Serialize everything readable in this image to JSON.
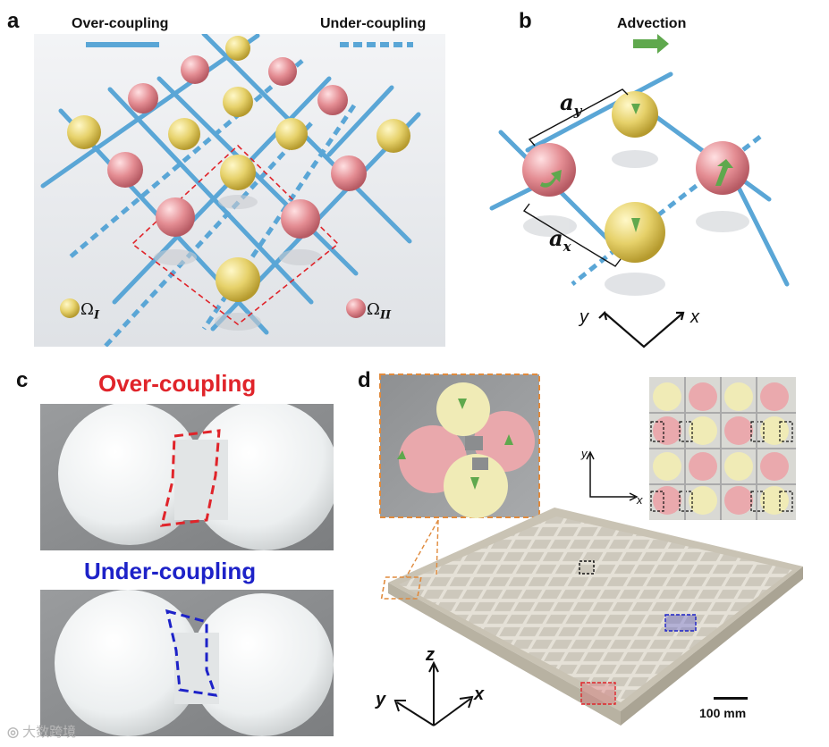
{
  "panels": {
    "a": {
      "letter": "a",
      "over_label": "Over-coupling",
      "under_label": "Under-coupling",
      "legend_I": "Ω",
      "legend_I_sub": "I",
      "legend_II": "Ω",
      "legend_II_sub": "II"
    },
    "b": {
      "letter": "b",
      "advection_label": "Advection",
      "ay_main": "a",
      "ay_sub": "y",
      "ax_main": "a",
      "ax_sub": "x",
      "axis_y": "y",
      "axis_x": "x"
    },
    "c": {
      "letter": "c",
      "over_title": "Over-coupling",
      "under_title": "Under-coupling"
    },
    "d": {
      "letter": "d",
      "axis_y_small": "y",
      "axis_x_small": "x",
      "axis_z": "z",
      "axis_y": "y",
      "axis_x": "x",
      "scale_bar": "100 mm"
    }
  },
  "watermark": "大数跨境",
  "colors": {
    "coupler_blue": "#5aa6d6",
    "sphere_yellow": "#e8d676",
    "sphere_pink": "#e48d93",
    "dashed_red": "#e0242a",
    "over_red": "#e0242a",
    "under_blue": "#1d22c8",
    "advection_green": "#5fa84d",
    "orange_box": "#e08a3c"
  }
}
